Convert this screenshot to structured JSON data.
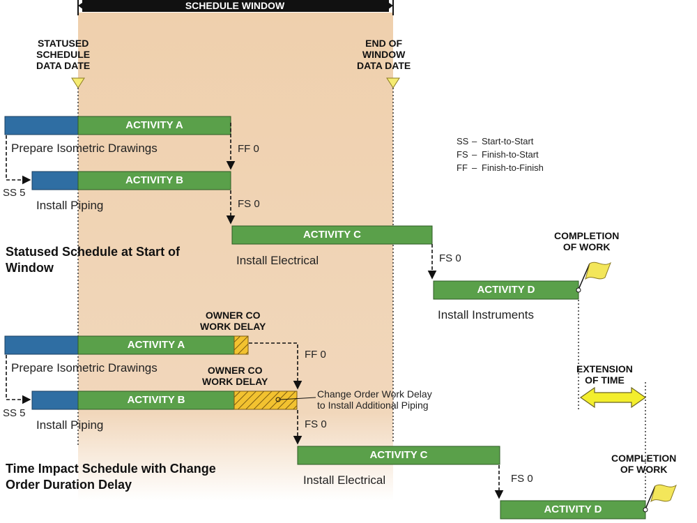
{
  "schedule_window_label": "SCHEDULE WINDOW",
  "statused_data_date_label": "STATUSED\nSCHEDULE\nDATA DATE",
  "end_window_data_date_label": "END OF\nWINDOW\nDATA DATE",
  "legend": [
    {
      "code": "SS",
      "sep": "–",
      "text": "Start-to-Start"
    },
    {
      "code": "FS",
      "sep": "–",
      "text": "Finish-to-Start"
    },
    {
      "code": "FF",
      "sep": "–",
      "text": "Finish-to-Finish"
    }
  ],
  "top": {
    "heading": "Statused Schedule at Start of Window",
    "activities": [
      {
        "name": "ACTIVITY A",
        "desc": "Prepare Isometric Drawings"
      },
      {
        "name": "ACTIVITY B",
        "desc": "Install Piping"
      },
      {
        "name": "ACTIVITY C",
        "desc": "Install Electrical"
      },
      {
        "name": "ACTIVITY D",
        "desc": "Install Instruments"
      }
    ],
    "relations": {
      "ab": "SS 5",
      "a_b_ff": "FF 0",
      "b_c": "FS 0",
      "c_d": "FS 0"
    },
    "completion_label": "COMPLETION\nOF WORK"
  },
  "bottom": {
    "heading": "Time Impact Schedule with Change Order Duration Delay",
    "activities": [
      {
        "name": "ACTIVITY A",
        "desc": "Prepare Isometric Drawings"
      },
      {
        "name": "ACTIVITY B",
        "desc": "Install Piping"
      },
      {
        "name": "ACTIVITY C",
        "desc": "Install Electrical"
      },
      {
        "name": "ACTIVITY D",
        "desc": ""
      }
    ],
    "relations": {
      "ab": "SS 5",
      "a_b_ff": "FF 0",
      "b_c": "FS 0",
      "c_d": "FS 0"
    },
    "owner_delay_a": "OWNER CO\nWORK DELAY",
    "owner_delay_b": "OWNER CO\nWORK DELAY",
    "change_order_note": "Change Order Work Delay\nto Install Additional Piping",
    "extension_label": "EXTENSION\nOF TIME",
    "completion_label": "COMPLETION\nOF WORK"
  },
  "colors": {
    "window_fill": "#efd2b3",
    "activity_green": "#5aa04a",
    "progress_blue": "#2f6ea3",
    "delay_hatch": "#f2c230",
    "marker_yellow": "#f5eb72",
    "flag_yellow": "#f3e65a"
  }
}
